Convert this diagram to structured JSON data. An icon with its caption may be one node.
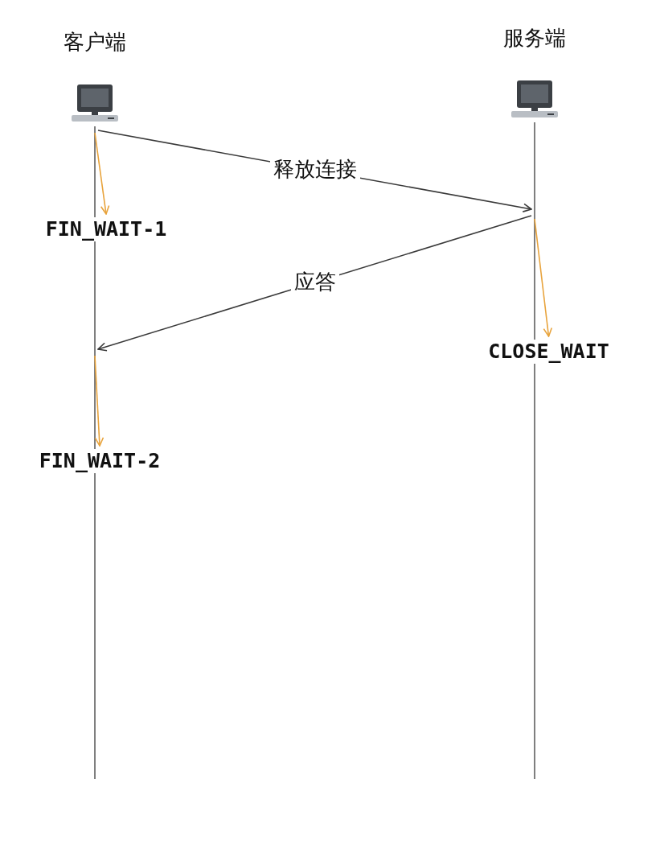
{
  "diagram": {
    "nodes": [
      {
        "text": [
          "客户端"
        ]
      },
      {
        "text": [
          "服务端"
        ]
      },
      {
        "text": [
          "FIN_WAIT-1"
        ]
      },
      {
        "text": [
          "CLOSE_WAIT"
        ]
      },
      {
        "text": [
          "FIN_WAIT-2"
        ]
      }
    ],
    "edges": [
      {
        "from": 0,
        "to": 1,
        "arrow": "to",
        "label": "释放连接",
        "color": "#3a3a3a"
      },
      {
        "from": 1,
        "to": 0,
        "arrow": "to",
        "label": "应答",
        "color": "#3a3a3a"
      },
      {
        "from": 0,
        "to": 2,
        "arrow": "to",
        "color": "#e8a33c"
      },
      {
        "from": 1,
        "to": 3,
        "arrow": "to",
        "color": "#e8a33c"
      },
      {
        "from": 0,
        "to": 4,
        "arrow": "to",
        "color": "#e8a33c"
      }
    ]
  }
}
